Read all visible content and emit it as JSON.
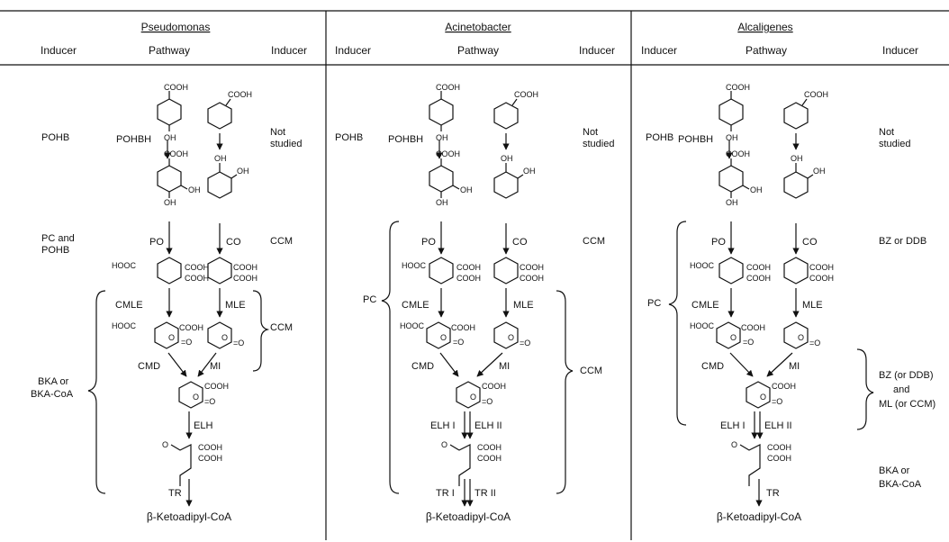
{
  "panels": [
    {
      "organism": "Pseudomonas",
      "col_left": "Inducer",
      "col_mid": "Pathway",
      "col_right": "Inducer",
      "inducers_left": [
        "POHB",
        "PC and POHB",
        "BKA or BKA-CoA"
      ],
      "inducers_right": [
        "Not studied",
        "CCM",
        "CCM"
      ],
      "enzymes": [
        "POHBH",
        "PO",
        "CO",
        "CMLE",
        "MLE",
        "CMD",
        "MI",
        "ELH",
        "TR"
      ],
      "product": "β-Ketoadipyl-CoA"
    },
    {
      "organism": "Acinetobacter",
      "col_left": "Inducer",
      "col_mid": "Pathway",
      "col_right": "Inducer",
      "inducers_left": [
        "POHB",
        "PC"
      ],
      "inducers_right": [
        "Not studied",
        "CCM",
        "CCM"
      ],
      "enzymes": [
        "POHBH",
        "PO",
        "CO",
        "CMLE",
        "MLE",
        "CMD",
        "MI",
        "ELH I",
        "ELH II",
        "TR I",
        "TR II"
      ],
      "product": "β-Ketoadipyl-CoA"
    },
    {
      "organism": "Alcaligenes",
      "col_left": "Inducer",
      "col_mid": "Pathway",
      "col_right": "Inducer",
      "inducers_left": [
        "POHB",
        "PC"
      ],
      "inducers_right": [
        "Not studied",
        "BZ or DDB",
        "BZ (or DDB) and ML (or CCM)",
        "BKA or BKA-CoA"
      ],
      "enzymes": [
        "POHBH",
        "PO",
        "CO",
        "CMLE",
        "MLE",
        "CMD",
        "MI",
        "ELH I",
        "ELH II",
        "TR"
      ],
      "product": "β-Ketoadipyl-CoA"
    }
  ],
  "chem": {
    "cooh": "COOH",
    "hooc": "HOOC",
    "oh": "OH",
    "o": "O",
    "eqo": "=O"
  }
}
